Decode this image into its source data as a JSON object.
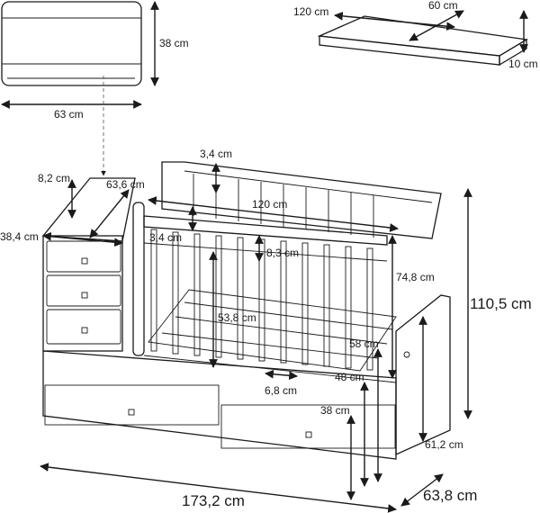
{
  "labels": {
    "drawer_unit_depth": "38 cm",
    "drawer_unit_width": "63 cm",
    "shelf_length": "120 cm",
    "shelf_width": "60 cm",
    "shelf_height": "10 cm",
    "post_top_gap": "3,4 cm",
    "changer_rail_height": "8,2 cm",
    "changer_width": "63,6 cm",
    "changer_depth": "38,4 cm",
    "inner_length": "120 cm",
    "rail_gap": "3,4 cm",
    "slat_top_gap": "8,3 cm",
    "frame_height": "74,8 cm",
    "side_height": "110,5 cm",
    "slat_height": "53,8 cm",
    "base_height_a": "58 cm",
    "base_height_b": "48 cm",
    "slat_spacing": "6,8 cm",
    "drawer_height": "38 cm",
    "end_panel_height": "61,2 cm",
    "total_length": "173,2 cm",
    "total_depth": "63,8 cm"
  }
}
